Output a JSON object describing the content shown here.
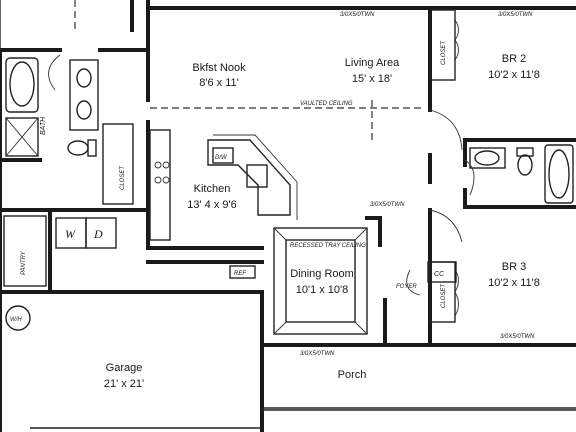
{
  "rooms": {
    "bkfst_nook": {
      "name": "Bkfst Nook",
      "size": "8'6 x 11'"
    },
    "living_area": {
      "name": "Living Area",
      "size": "15' x 18'"
    },
    "br2": {
      "name": "BR 2",
      "size": "10'2 x 11'8"
    },
    "kitchen": {
      "name": "Kitchen",
      "size": "13' 4 x 9'6"
    },
    "dining_room": {
      "name": "Dining Room",
      "size": "10'1 x 10'8"
    },
    "br3": {
      "name": "BR 3",
      "size": "10'2 x 11'8"
    },
    "garage": {
      "name": "Garage",
      "size": "21' x 21'"
    },
    "porch": {
      "name": "Porch"
    }
  },
  "labels": {
    "bath": "BATH",
    "closet": "CLOSET",
    "pantry": "PANTRY",
    "dw": "D/W",
    "washer": "W",
    "dryer": "D",
    "cc": "CC",
    "foyer": "FOYER",
    "ref": "REF",
    "vaulted_ceiling": "VAULTED CEILING",
    "recessed_tray_ceiling": "RECESSED TRAY CEILING",
    "window_top_1": "3/0X5/0TWN",
    "window_top_2": "3/0X5/0TWN",
    "window_top_3": "3/0X5/0TWN",
    "window_bottom_1": "3/0X5/0TWN",
    "window_bottom_2": "3/0X5/0TWN",
    "water_heater": "W/H"
  }
}
